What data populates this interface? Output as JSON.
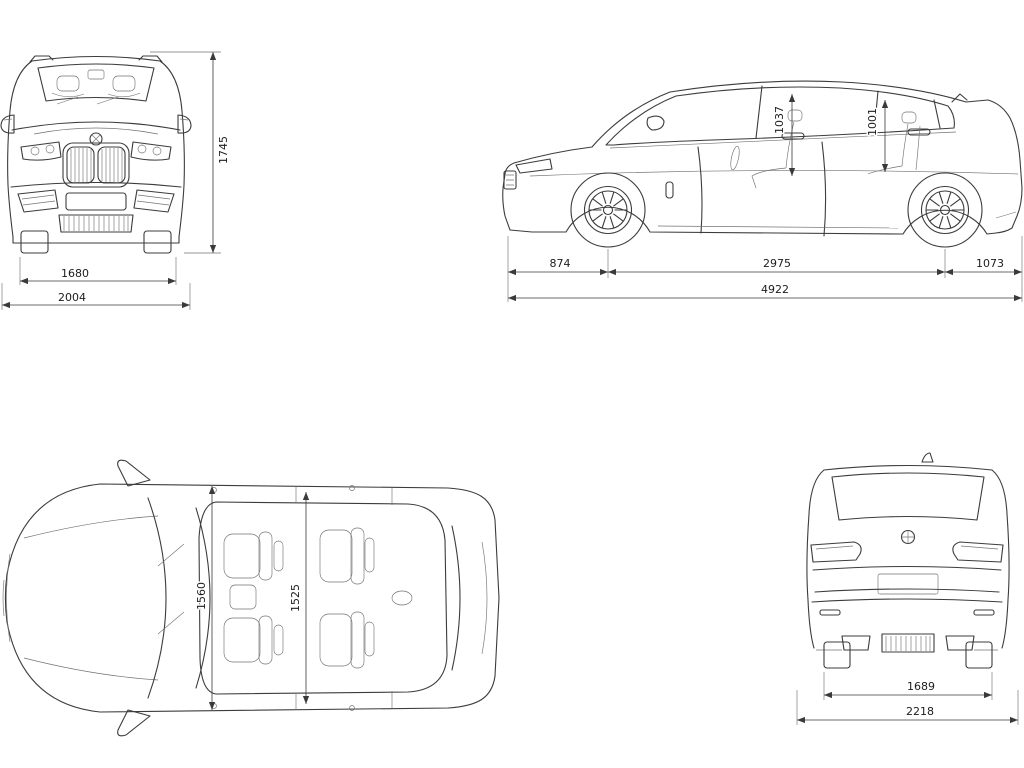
{
  "diagram": {
    "background": "#ffffff",
    "line_color": "#3c3c3c"
  },
  "front_view": {
    "overall_height": "1745",
    "track_width": "1680",
    "width_with_mirrors": "2004"
  },
  "side_view": {
    "front_headroom": "1037",
    "rear_headroom": "1001",
    "front_overhang": "874",
    "wheelbase": "2975",
    "rear_overhang": "1073",
    "overall_length": "4922"
  },
  "top_view": {
    "front_interior_width": "1560",
    "rear_interior_width": "1525"
  },
  "rear_view": {
    "rear_track": "1689",
    "overall_width": "2218"
  }
}
